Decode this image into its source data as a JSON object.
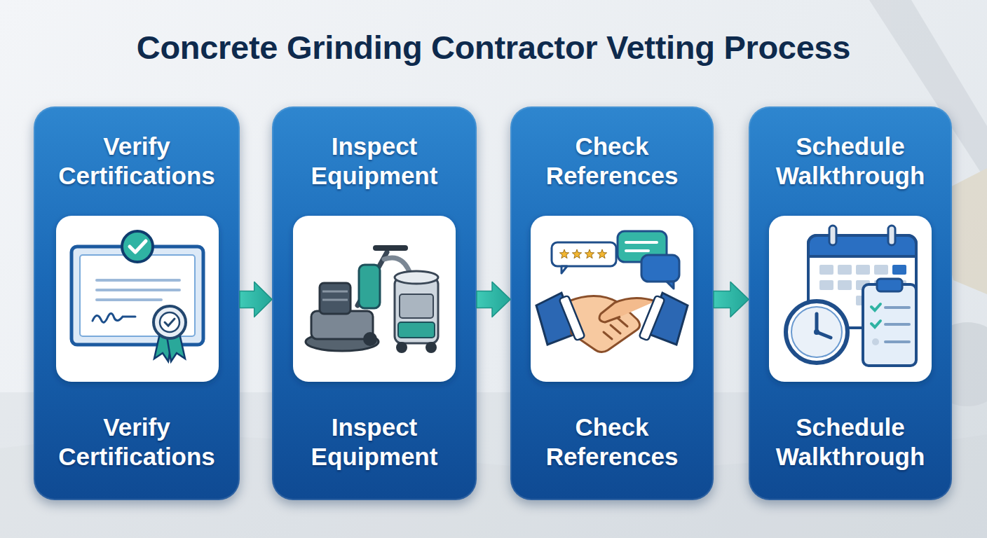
{
  "diagram": {
    "title": "Concrete Grinding Contractor Vetting Process",
    "nodes": [
      {
        "text": [
          "Verify Certifications",
          "Verify Certifications"
        ]
      },
      {
        "text": [
          "Inspect Equipment",
          "Inspect Equipment"
        ]
      },
      {
        "text": [
          "Check References",
          "Check References"
        ]
      },
      {
        "text": [
          "Schedule Walkthrough",
          "Schedule Walkthrough"
        ]
      }
    ],
    "edges": [
      {
        "from": 0,
        "to": 1,
        "arrow": "to"
      },
      {
        "from": 1,
        "to": 2,
        "arrow": "to"
      },
      {
        "from": 2,
        "to": 3,
        "arrow": "to"
      }
    ]
  }
}
